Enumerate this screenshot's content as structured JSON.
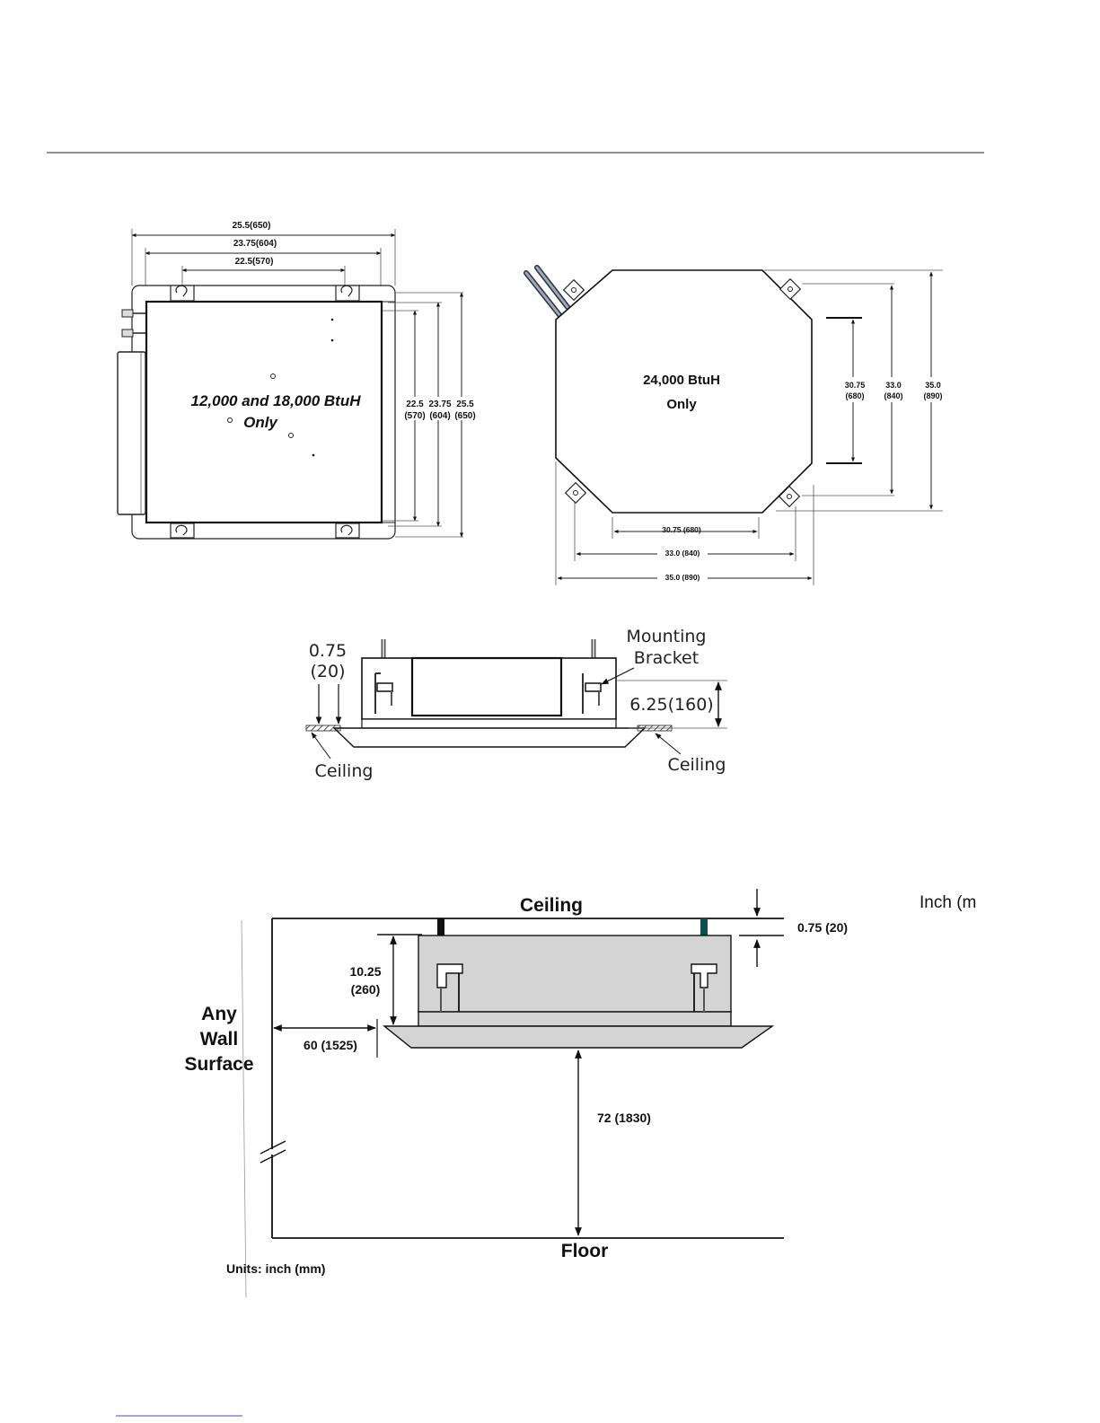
{
  "d1": {
    "dims_top": [
      "25.5(650)",
      "23.75(604)",
      "22.5(570)"
    ],
    "label_line1": "12,000  and 18,000 BtuH",
    "label_line2": "Only",
    "dims_right": [
      {
        "v": "22.5",
        "mm": "(570)"
      },
      {
        "v": "23.75",
        "mm": "(604)"
      },
      {
        "v": "25.5",
        "mm": "(650)"
      }
    ]
  },
  "d2": {
    "label_line1": "24,000 BtuH",
    "label_line2": "Only",
    "dims_right": [
      {
        "v": "30.75",
        "mm": "(680)"
      },
      {
        "v": "33.0",
        "mm": "(840)"
      },
      {
        "v": "35.0",
        "mm": "(890)"
      }
    ],
    "dims_bottom": [
      "30.75 (680)",
      "33.0 (840)",
      "35.0 (890)"
    ]
  },
  "d3": {
    "clearance_v": "0.75",
    "clearance_mm": "(20)",
    "bracket_line1": "Mounting",
    "bracket_line2": "Bracket",
    "height": "6.25(160)",
    "ceiling_left": "Ceiling",
    "ceiling_right": "Ceiling"
  },
  "d4": {
    "ceiling": "Ceiling",
    "floor": "Floor",
    "wall_line1": "Any",
    "wall_line2": "Wall",
    "wall_line3": "Surface",
    "top_gap": "0.75 (20)",
    "unit_height_v": "10.25",
    "unit_height_mm": "(260)",
    "wall_clearance": "60 (1525)",
    "floor_clearance": "72 (1830)",
    "units_note": "Units: inch (mm)",
    "corner_note": "Inch (m"
  }
}
